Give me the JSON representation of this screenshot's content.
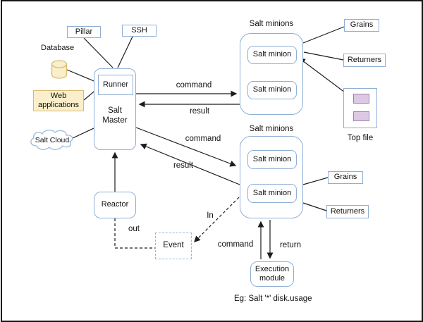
{
  "nodes": {
    "pillar": "Pillar",
    "ssh": "SSH",
    "database": "Database",
    "web_applications": "Web\napplications",
    "salt_cloud": "Salt Cloud",
    "runner": "Runner",
    "salt_master": "Salt\nMaster",
    "reactor": "Reactor",
    "event": "Event",
    "salt_minions_group_label": "Salt minions",
    "salt_minion": "Salt minion",
    "grains": "Grains",
    "returners": "Returners",
    "top_file": "Top file",
    "execution_module": "Execution\nmodule"
  },
  "edge_labels": {
    "command": "command",
    "result": "result",
    "out": "out",
    "in": "In",
    "return": "return"
  },
  "caption": "Eg: Salt '*' disk.usage",
  "colors": {
    "node_border": "#8fafd6",
    "line": "#1c1c1c",
    "cream_fill": "#faefca",
    "cream_border": "#d9ba70",
    "purple_fill": "#ddc9e3",
    "purple_border": "#9f7fb2"
  }
}
